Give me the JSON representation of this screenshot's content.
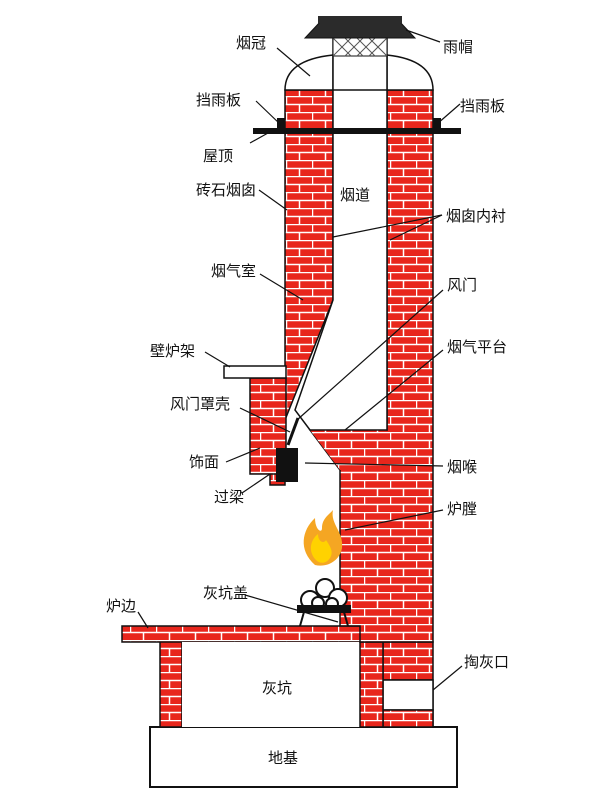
{
  "labels": {
    "rain_cap": "雨帽",
    "chimney_crown": "烟冠",
    "flashing_left": "挡雨板",
    "flashing_right": "挡雨板",
    "roof": "屋顶",
    "brick_chimney": "砖石烟囱",
    "flue": "烟道",
    "flue_liner": "烟囱内衬",
    "smoke_chamber": "烟气室",
    "damper": "风门",
    "mantel": "壁炉架",
    "smoke_shelf": "烟气平台",
    "damper_housing": "风门罩壳",
    "facing": "饰面",
    "throat": "烟喉",
    "lintel": "过梁",
    "firebox": "炉膛",
    "ash_dump_cover": "灰坑盖",
    "hearth": "炉边",
    "cleanout": "掏灰口",
    "ash_pit": "灰坑",
    "foundation": "地基"
  },
  "colors": {
    "brick": "#e8261c",
    "mortar": "#ffffff",
    "outline": "#111111",
    "cap": "#2b2b2b",
    "flame_outer": "#f5a623",
    "flame_inner": "#ffd200"
  }
}
